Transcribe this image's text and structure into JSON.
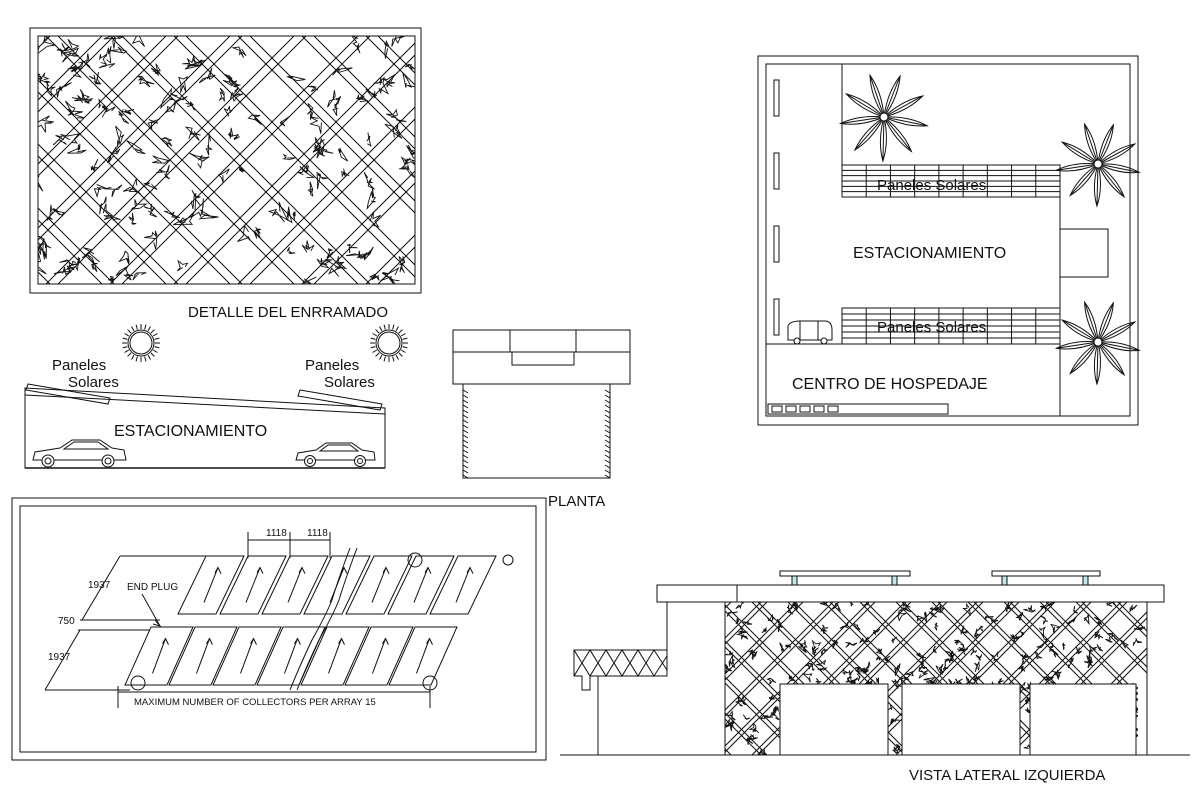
{
  "labels": {
    "trellis_detail": "DETALLE DEL ENRRAMADO",
    "solar_panels_line1": "Paneles",
    "solar_panels_line2": "Solares",
    "parking_section": "ESTACIONAMIENTO",
    "plan_view": "PLANTA",
    "site_solar_top": "Paneles Solares",
    "site_parking": "ESTACIONAMIENTO",
    "site_solar_bottom": "Paneles Solares",
    "lodging_center": "CENTRO DE HOSPEDAJE",
    "left_side_view": "VISTA LATERAL IZQUIERDA"
  },
  "collector_diagram": {
    "dim_width_1": "1118",
    "dim_width_2": "1118",
    "dim_length_top": "1937",
    "dim_gap": "750",
    "dim_length_bottom": "1937",
    "end_plug": "END PLUG",
    "caption": "MAXIMUM NUMBER OF COLLECTORS PER ARRAY 15"
  }
}
